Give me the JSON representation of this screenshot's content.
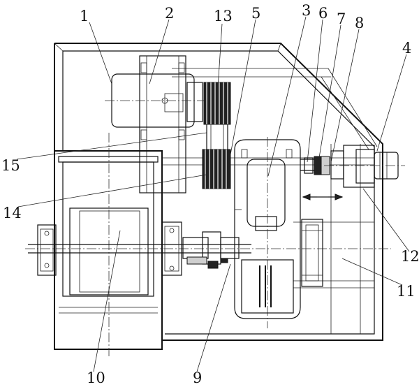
{
  "labels": [
    {
      "key": "1",
      "text": "1"
    },
    {
      "key": "2",
      "text": "2"
    },
    {
      "key": "3",
      "text": "3"
    },
    {
      "key": "4",
      "text": "4"
    },
    {
      "key": "5",
      "text": "5"
    },
    {
      "key": "6",
      "text": "6"
    },
    {
      "key": "7",
      "text": "7"
    },
    {
      "key": "8",
      "text": "8"
    },
    {
      "key": "9",
      "text": "9"
    },
    {
      "key": "10",
      "text": "10"
    },
    {
      "key": "11",
      "text": "11"
    },
    {
      "key": "12",
      "text": "12"
    },
    {
      "key": "13",
      "text": "13"
    },
    {
      "key": "14",
      "text": "14"
    },
    {
      "key": "15",
      "text": "15"
    }
  ]
}
